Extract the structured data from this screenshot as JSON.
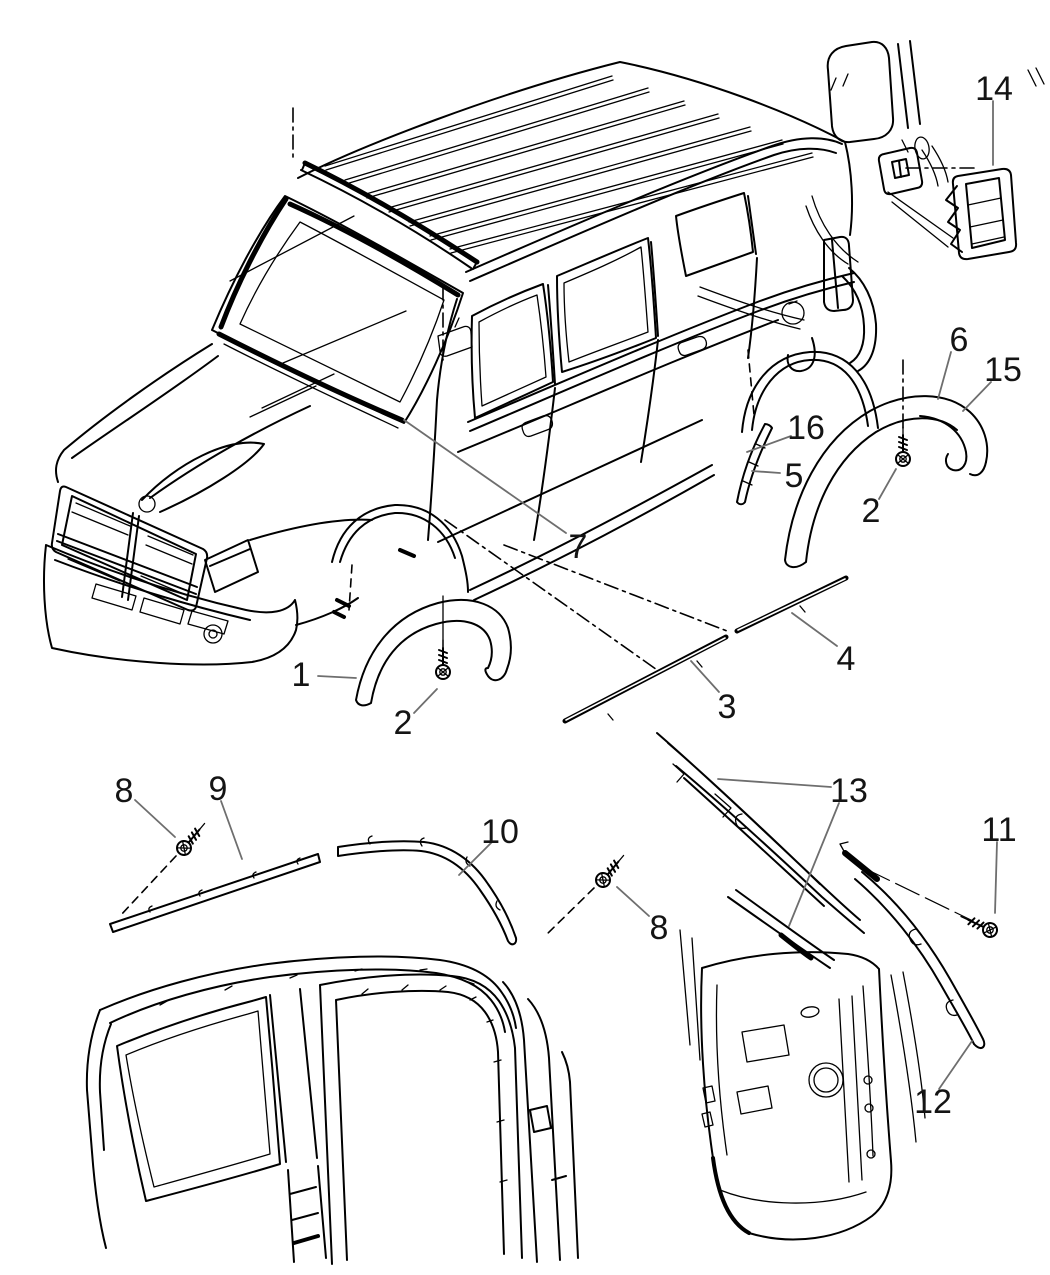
{
  "diagram": {
    "type": "exploded-parts-line-drawing",
    "colors": {
      "paper": "#ffffff",
      "ink": "#000000",
      "leader": "#6e6e6e"
    },
    "callouts": {
      "n1": {
        "label": "1"
      },
      "n2_front": {
        "label": "2"
      },
      "n2_rear": {
        "label": "2"
      },
      "n3": {
        "label": "3"
      },
      "n4": {
        "label": "4"
      },
      "n5": {
        "label": "5"
      },
      "n6": {
        "label": "6"
      },
      "n7": {
        "label": "7"
      },
      "n8_left": {
        "label": "8"
      },
      "n8_right": {
        "label": "8"
      },
      "n9": {
        "label": "9"
      },
      "n10": {
        "label": "10"
      },
      "n11": {
        "label": "11"
      },
      "n12": {
        "label": "12"
      },
      "n13": {
        "label": "13"
      },
      "n14": {
        "label": "14"
      },
      "n15": {
        "label": "15"
      },
      "n16": {
        "label": "16"
      }
    }
  }
}
